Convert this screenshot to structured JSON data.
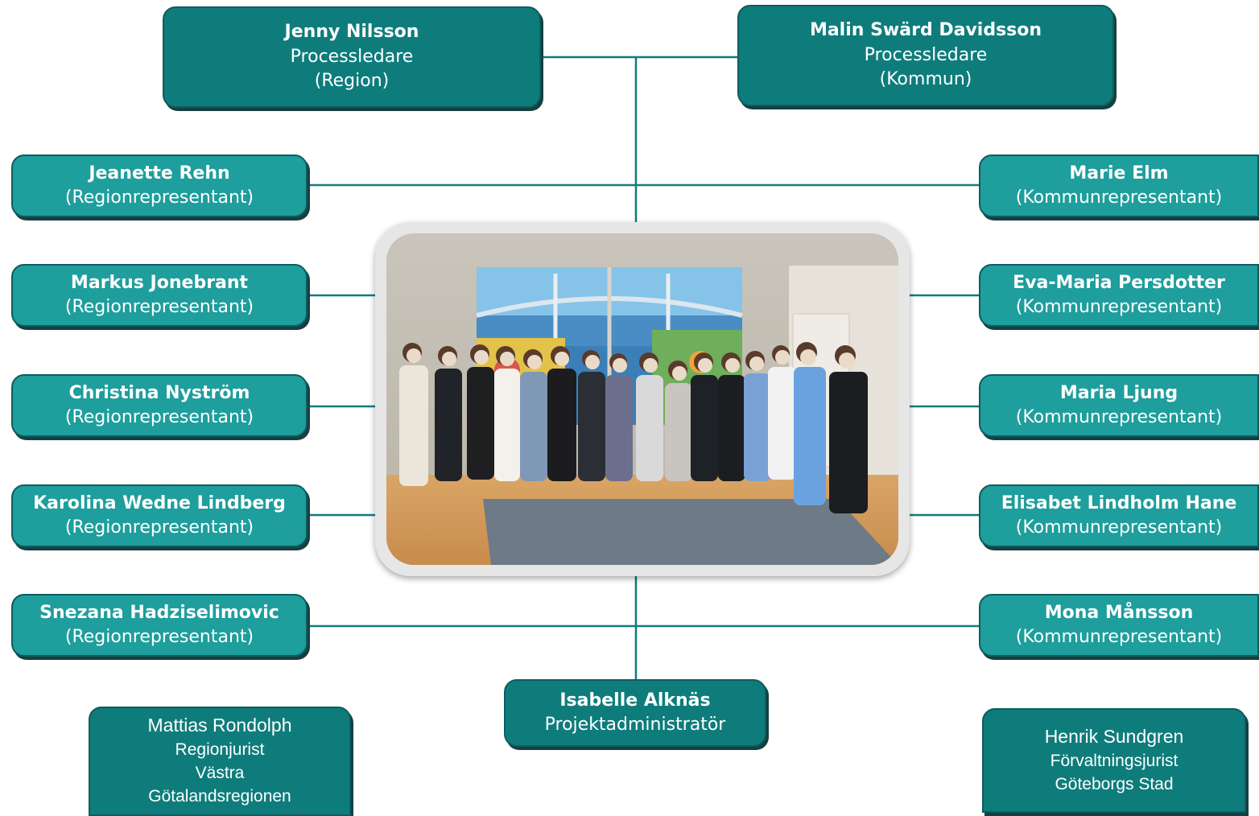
{
  "colors": {
    "dark_box": "#0f7c7c",
    "light_box": "#1e9e9d",
    "line": "#0f7c7c"
  },
  "leaders": [
    {
      "name": "Jenny Nilsson",
      "role": "Processledare",
      "org": "(Region)"
    },
    {
      "name": "Malin Swärd Davidsson",
      "role": "Processledare",
      "org": "(Kommun)"
    }
  ],
  "region_reps": [
    {
      "name": "Jeanette Rehn",
      "role": "(Regionrepresentant)"
    },
    {
      "name": "Markus Jonebrant",
      "role": "(Regionrepresentant)"
    },
    {
      "name": "Christina Nyström",
      "role": "(Regionrepresentant)"
    },
    {
      "name": "Karolina Wedne Lindberg",
      "role": "(Regionrepresentant)"
    },
    {
      "name": "Snezana Hadziselimovic",
      "role": "(Regionrepresentant)"
    }
  ],
  "kommun_reps": [
    {
      "name": "Marie Elm",
      "role": "(Kommunrepresentant)"
    },
    {
      "name": "Eva-Maria Persdotter",
      "role": "(Kommunrepresentant)"
    },
    {
      "name": "Maria Ljung",
      "role": "(Kommunrepresentant)"
    },
    {
      "name": "Elisabet Lindholm Hane",
      "role": "(Kommunrepresentant)"
    },
    {
      "name": "Mona Månsson",
      "role": "(Kommunrepresentant)"
    }
  ],
  "admin": {
    "name": "Isabelle Alknäs",
    "role": "Projektadministratör"
  },
  "lawyers": [
    {
      "name": "Mattias Rondolph",
      "role": "Regionjurist",
      "org_line1": "Västra",
      "org_line2": "Götalandsregionen"
    },
    {
      "name": "Henrik Sundgren",
      "role": "Förvaltningsjurist",
      "org_line1": "Göteborgs Stad"
    }
  ],
  "photo": {
    "icon": "group-photo-icon"
  }
}
